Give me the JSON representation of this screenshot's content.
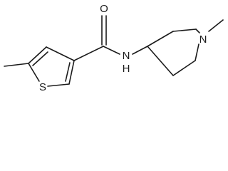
{
  "structure": {
    "atoms": {
      "oxygen": "O",
      "nitrogen_amide": "N",
      "hydrogen_amide": "H",
      "nitrogen_ring": "N",
      "sulfur": "S"
    },
    "colors": {
      "bond": "#1a1a1a",
      "label": "#1a1a1a",
      "background": "#ffffff"
    }
  }
}
